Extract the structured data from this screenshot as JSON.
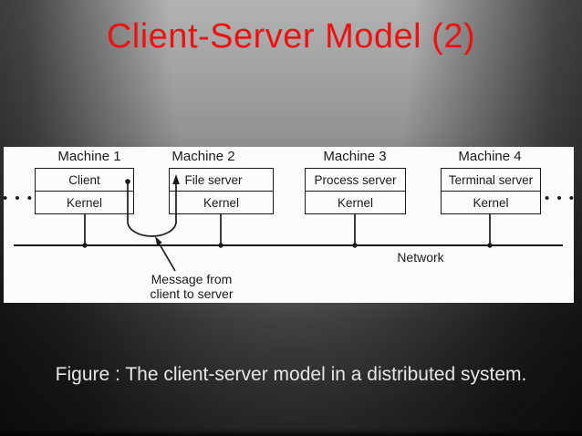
{
  "slide": {
    "title": "Client-Server Model (2)",
    "caption": "Figure : The client-server model in a distributed system."
  },
  "colors": {
    "title_red": "#ee1111",
    "caption_color": "#e6e6e6",
    "line_color": "#1a1a1a",
    "figure_bg": "#fcfcfc"
  },
  "figure": {
    "machines": [
      {
        "label": "Machine 1",
        "top": "Client",
        "bottom": "Kernel"
      },
      {
        "label": "Machine 2",
        "top": "File server",
        "bottom": "Kernel"
      },
      {
        "label": "Machine 3",
        "top": "Process server",
        "bottom": "Kernel"
      },
      {
        "label": "Machine 4",
        "top": "Terminal server",
        "bottom": "Kernel"
      }
    ],
    "network_label": "Network",
    "annotation_line1": "Message from",
    "annotation_line2": "client to server",
    "ellipsis": "• • •"
  }
}
